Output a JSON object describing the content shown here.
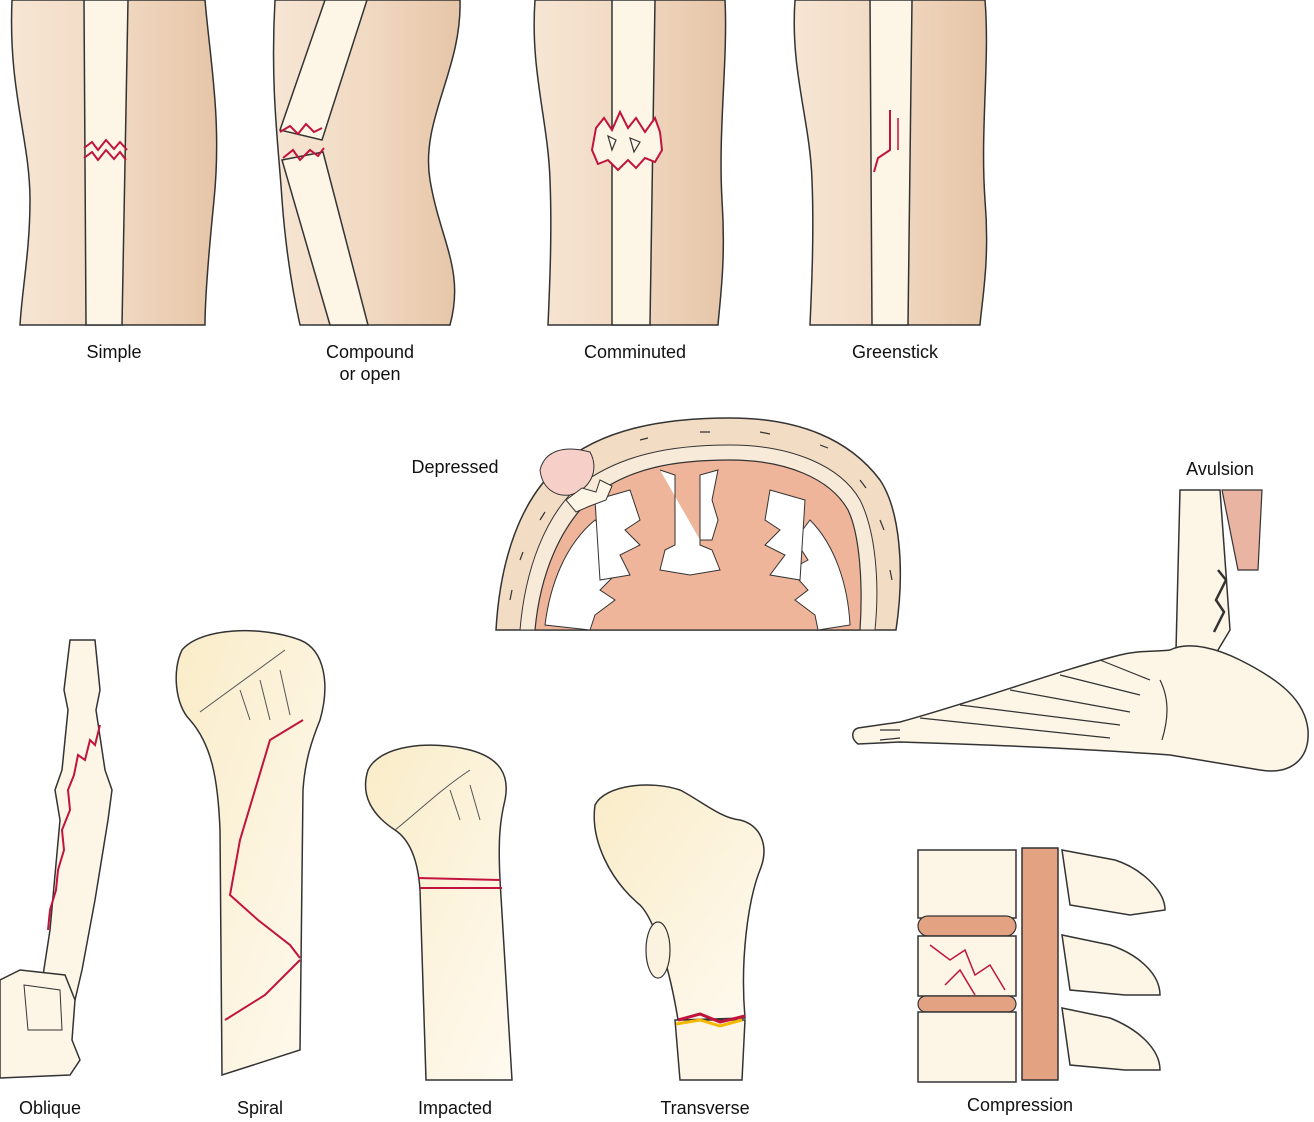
{
  "labels": {
    "simple": "Simple",
    "compound_line1": "Compound",
    "compound_line2": "or open",
    "comminuted": "Comminuted",
    "greenstick": "Greenstick",
    "depressed": "Depressed",
    "avulsion": "Avulsion",
    "oblique": "Oblique",
    "spiral": "Spiral",
    "impacted": "Impacted",
    "transverse": "Transverse",
    "compression": "Compression"
  },
  "colors": {
    "skin": "#f2dcc6",
    "skin_shadow": "#e8c9ad",
    "bone": "#fbf3df",
    "bone_fill": "#fdf6e6",
    "fracture_red": "#c0143c",
    "brain_tissue": "#efb59a",
    "scalp_bump": "#f6cfc8",
    "disc": "#e3a383",
    "outline": "#222222"
  }
}
